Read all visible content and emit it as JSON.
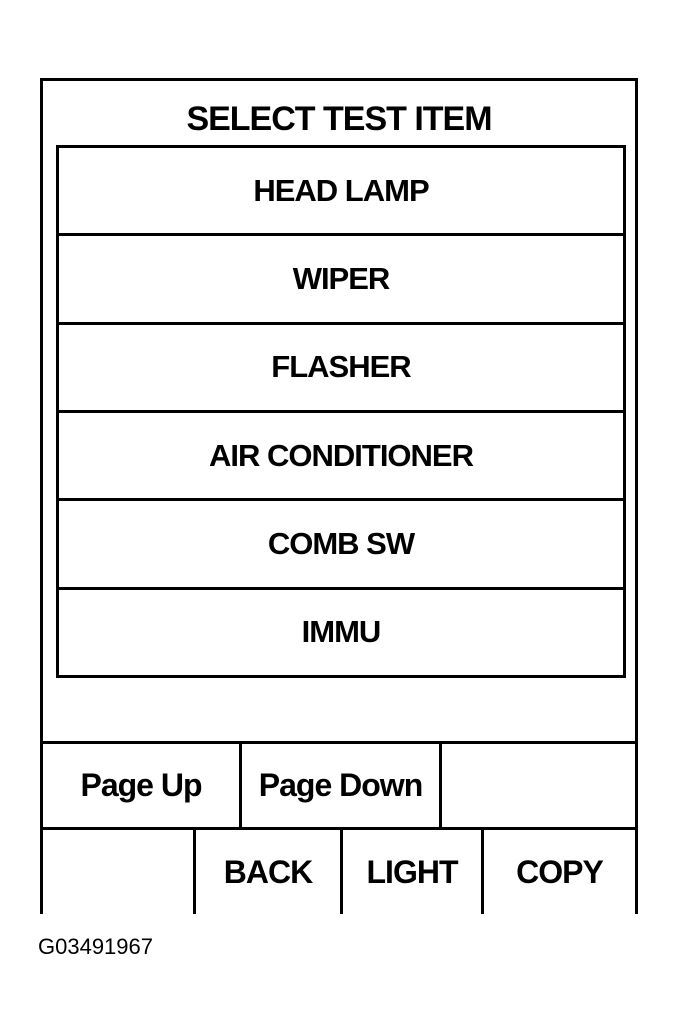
{
  "header": {
    "title": "SELECT TEST ITEM"
  },
  "test_items": [
    {
      "label": "HEAD LAMP"
    },
    {
      "label": "WIPER"
    },
    {
      "label": "FLASHER"
    },
    {
      "label": "AIR CONDITIONER"
    },
    {
      "label": "COMB SW"
    },
    {
      "label": "IMMU"
    }
  ],
  "nav": {
    "page_up": "Page Up",
    "page_down": "Page Down",
    "blank_1": "",
    "blank_2": "",
    "back": "BACK",
    "light": "LIGHT",
    "copy": "COPY"
  },
  "figure_id": "G03491967"
}
